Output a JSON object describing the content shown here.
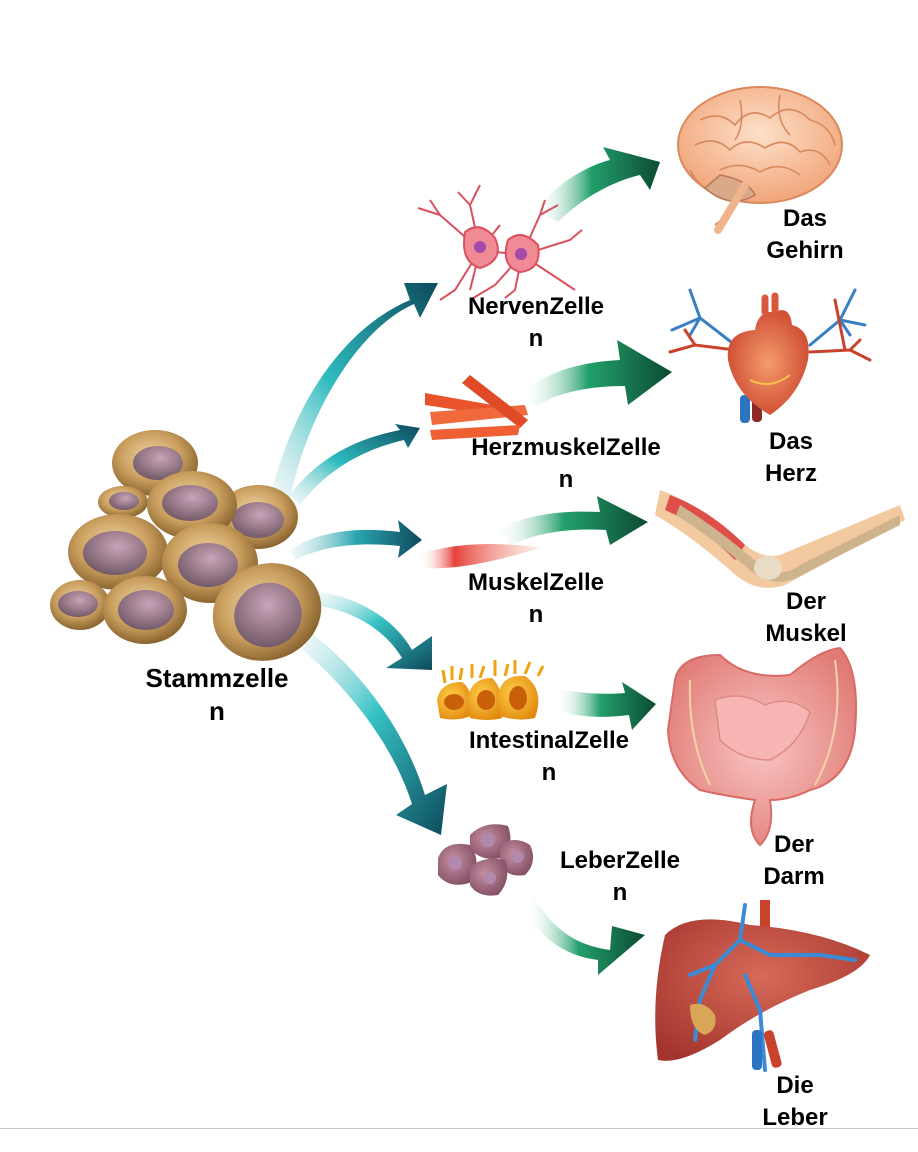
{
  "title": "Stammzellen Differenzierung",
  "source": {
    "label_line1": "Stammzelle",
    "label_line2": "n",
    "icon": "stem-cell-cluster"
  },
  "cells": [
    {
      "id": "nerve",
      "label_line1": "NervenZelle",
      "label_line2": "n",
      "icon": "neuron-cells"
    },
    {
      "id": "heart-muscle",
      "label_line1": "HerzmuskelZelle",
      "label_line2": "n",
      "icon": "cardiac-muscle-fibers"
    },
    {
      "id": "muscle",
      "label_line1": "MuskelZelle",
      "label_line2": "n",
      "icon": "muscle-fiber"
    },
    {
      "id": "intestinal",
      "label_line1": "IntestinalZelle",
      "label_line2": "n",
      "icon": "intestinal-cells"
    },
    {
      "id": "liver",
      "label_line1": "LeberZelle",
      "label_line2": "n",
      "icon": "liver-cells"
    }
  ],
  "organs": [
    {
      "id": "brain",
      "label_line1": "Das",
      "label_line2": "Gehirn",
      "icon": "brain"
    },
    {
      "id": "heart",
      "label_line1": "Das",
      "label_line2": "Herz",
      "icon": "heart"
    },
    {
      "id": "muscle",
      "label_line1": "Der",
      "label_line2": "Muskel",
      "icon": "arm-muscle"
    },
    {
      "id": "intestine",
      "label_line1": "Der",
      "label_line2": "Darm",
      "icon": "intestine"
    },
    {
      "id": "liver",
      "label_line1": "Die",
      "label_line2": "Leber",
      "icon": "liver"
    }
  ],
  "colors": {
    "stem_arrow_dark": "#0d4e5f",
    "stem_arrow_light": "#3cc0c0",
    "organ_arrow_dark": "#0f5a3a",
    "organ_arrow_light": "#2fae72",
    "cell_body": "#c79a5a",
    "cell_nucleus": "#8a6b7a"
  }
}
